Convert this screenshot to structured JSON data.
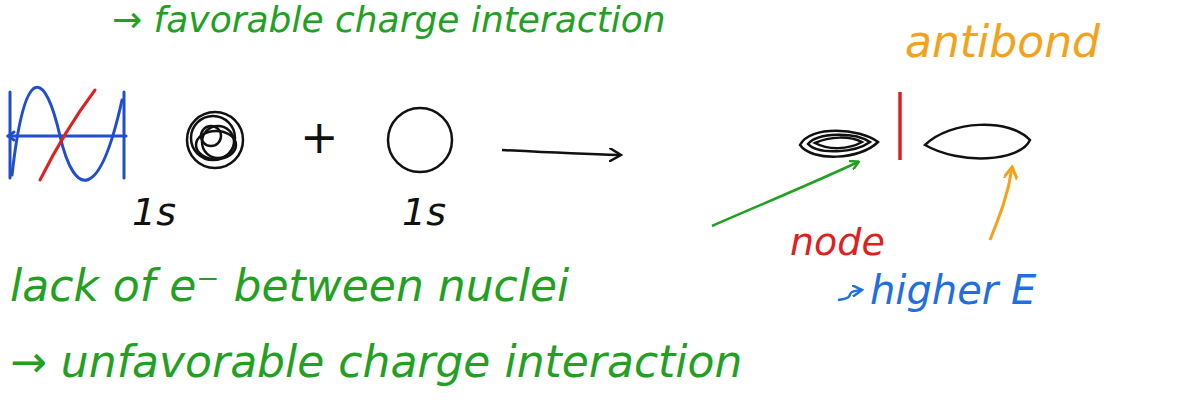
{
  "diagram": {
    "labels": [
      "→ favorable charge interaction",
      "antibond",
      "+",
      "1s",
      "1s",
      "node",
      "lack of e⁻ between nuclei",
      "higher E",
      "→ unfavorable charge interaction"
    ]
  }
}
